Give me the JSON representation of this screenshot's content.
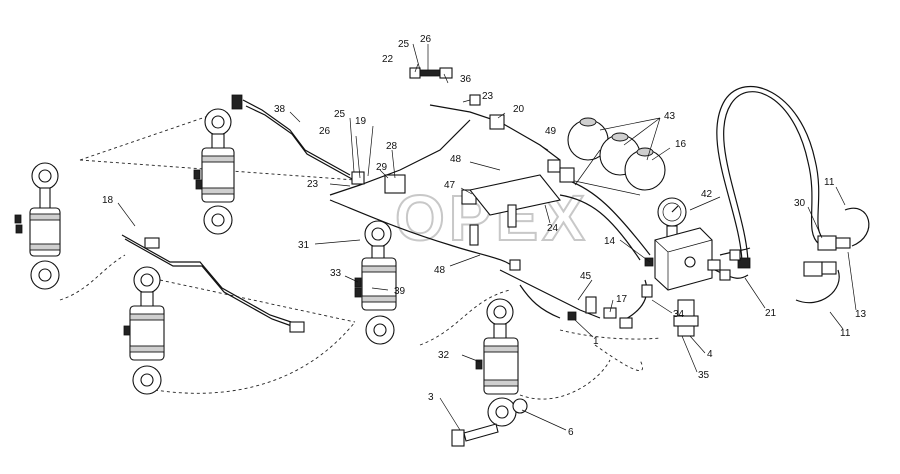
{
  "diagram": {
    "watermark": "OPEX",
    "callouts": {
      "c25a": "25",
      "c26a": "26",
      "c22": "22",
      "c36": "36",
      "c23a": "23",
      "c20": "20",
      "c49": "49",
      "c43": "43",
      "c16": "16",
      "c38": "38",
      "c25b": "25",
      "c19": "19",
      "c26b": "26",
      "c28": "28",
      "c23b": "23",
      "c29": "29",
      "c48a": "48",
      "c47": "47",
      "c42": "42",
      "c11a": "11",
      "c30": "30",
      "c18": "18",
      "c24": "24",
      "c31": "31",
      "c14": "14",
      "c48b": "48",
      "c33": "33",
      "c39": "39",
      "c45": "45",
      "c17": "17",
      "c21": "21",
      "c13": "13",
      "c34": "34",
      "c1": "1",
      "c4": "4",
      "c11b": "11",
      "c32": "32",
      "c35": "35",
      "c3": "3",
      "c6": "6"
    }
  }
}
